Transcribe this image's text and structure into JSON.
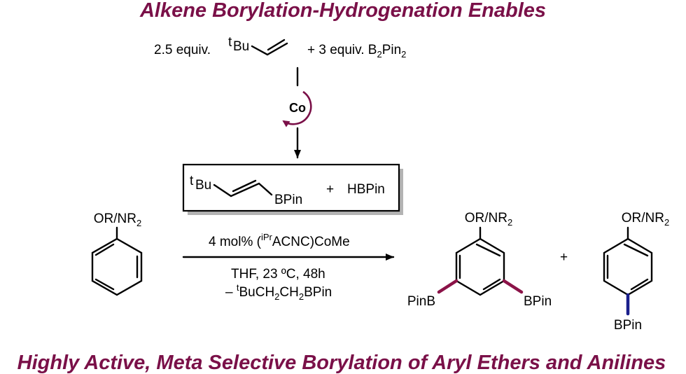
{
  "colors": {
    "heading": "#7a1048",
    "meta_bpin": "#8b1348",
    "para_bpin": "#1a1f8c",
    "bond": "#000000",
    "box_shadow": "#b3b3b3"
  },
  "heading_top": "Alkene Borylation-Hydrogenation Enables",
  "heading_bottom": "Highly Active, Meta Selective Borylation of Aryl Ethers and Anilines",
  "reagents": {
    "equiv_alkene": "2.5 equiv.",
    "tbu_sup": "t",
    "tbu": "Bu",
    "plus_equiv": "+ 3 equiv. B",
    "sub_2": "2",
    "pin": "Pin",
    "sub_2b": "2"
  },
  "catalyst_label": "Co",
  "box": {
    "tbu_sup": "t",
    "tbu": "Bu",
    "bpin": "BPin",
    "plus": "+",
    "hbpin": "HBPin"
  },
  "conditions": {
    "catalyst_pre": "4 mol% (",
    "ipr_sup": "iPr",
    "catalyst_post": "ACNC)CoMe",
    "solvent": "THF, 23 ºC, 48h",
    "byproduct_pre": "– ",
    "byproduct_sup": "t",
    "byproduct_a": "BuCH",
    "sub_a": "2",
    "byproduct_b": "CH",
    "sub_b": "2",
    "byproduct_c": "BPin"
  },
  "substrate": {
    "group": "OR/NR",
    "group_sub": "2"
  },
  "meta_product": {
    "group": "OR/NR",
    "group_sub": "2",
    "left_bpin": "PinB",
    "right_bpin": "BPin"
  },
  "plus_products": "+",
  "para_product": {
    "group": "OR/NR",
    "group_sub": "2",
    "bpin": "BPin"
  }
}
